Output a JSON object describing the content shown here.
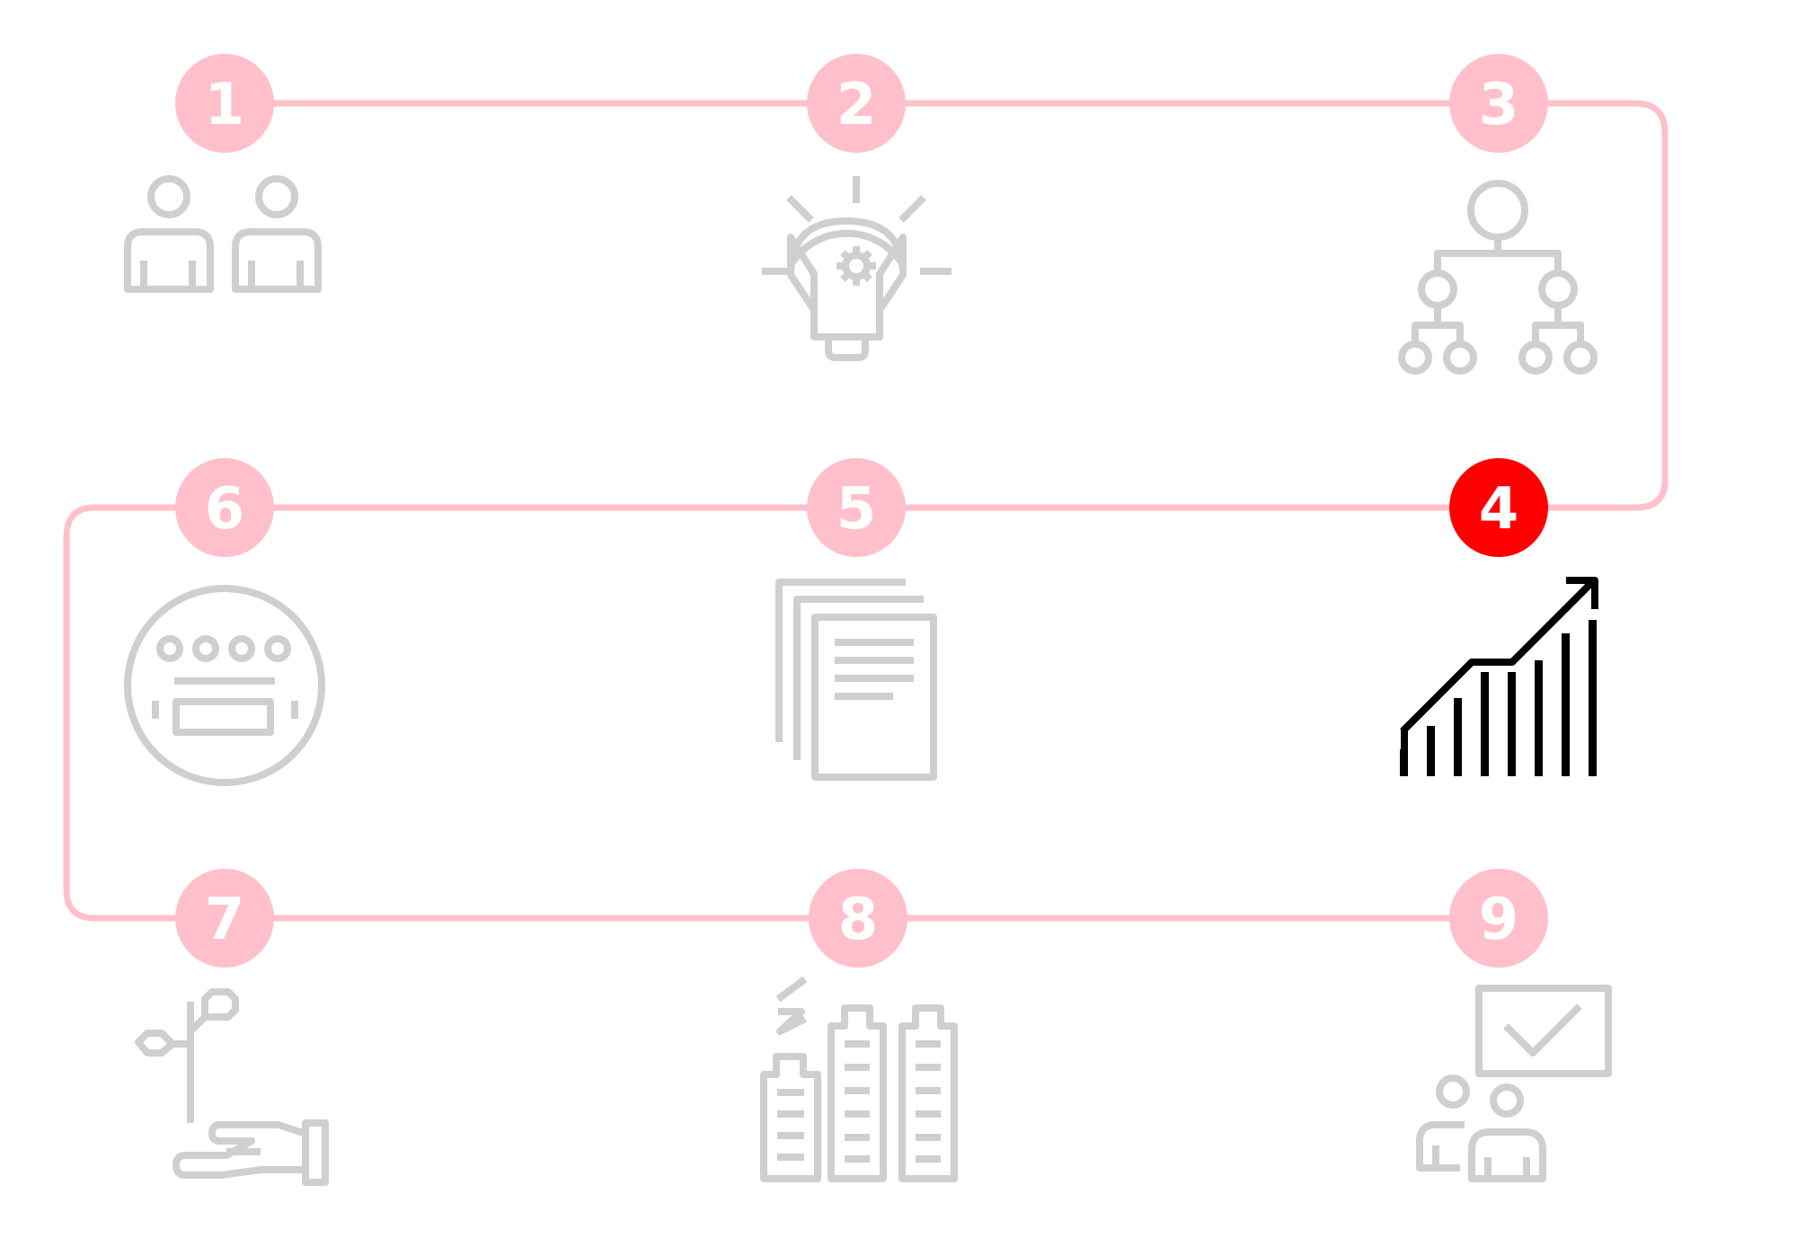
{
  "colors": {
    "path": "#ffc0cb",
    "node": "#ffc0cb",
    "node_active": "#ff0000",
    "icon": "#cfcfcf",
    "icon_active": "#000000",
    "number_text": "#ffffff"
  },
  "active_step": "4",
  "steps": [
    {
      "number": "1",
      "icon": "team-icon"
    },
    {
      "number": "2",
      "icon": "lightbulb-gear-icon"
    },
    {
      "number": "3",
      "icon": "hierarchy-icon"
    },
    {
      "number": "4",
      "icon": "growth-chart-icon"
    },
    {
      "number": "5",
      "icon": "documents-icon"
    },
    {
      "number": "6",
      "icon": "meter-icon"
    },
    {
      "number": "7",
      "icon": "hand-plant-icon"
    },
    {
      "number": "8",
      "icon": "batteries-icon"
    },
    {
      "number": "9",
      "icon": "presentation-check-icon"
    }
  ]
}
